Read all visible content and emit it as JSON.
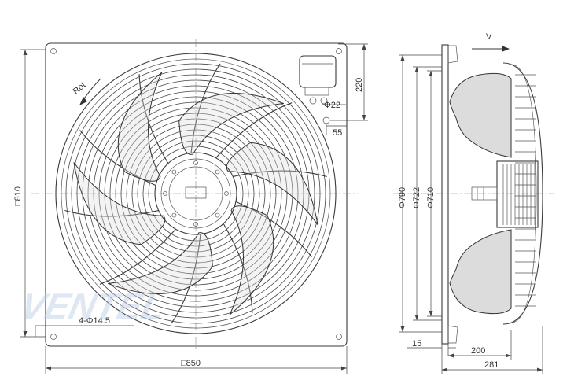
{
  "front_view": {
    "rotation_label": "Rot",
    "frame_width_label": "□850",
    "frame_height_label": "□810",
    "holes_label": "4-Φ14.5",
    "box_height_label": "220",
    "cable_gland_label": "Φ22",
    "box_offset_label": "55"
  },
  "side_view": {
    "airflow_label": "V",
    "dia_790_label": "Φ790",
    "dia_722_label": "Φ722",
    "dia_710_label": "Φ710",
    "depth_15_label": "15",
    "depth_200_label": "200",
    "depth_281_label": "281"
  },
  "watermark": {
    "text": "VENTEL"
  },
  "colors": {
    "line": "#3a3a3a",
    "blade": "#dcdcdc",
    "watermark": "#b9cce4"
  }
}
